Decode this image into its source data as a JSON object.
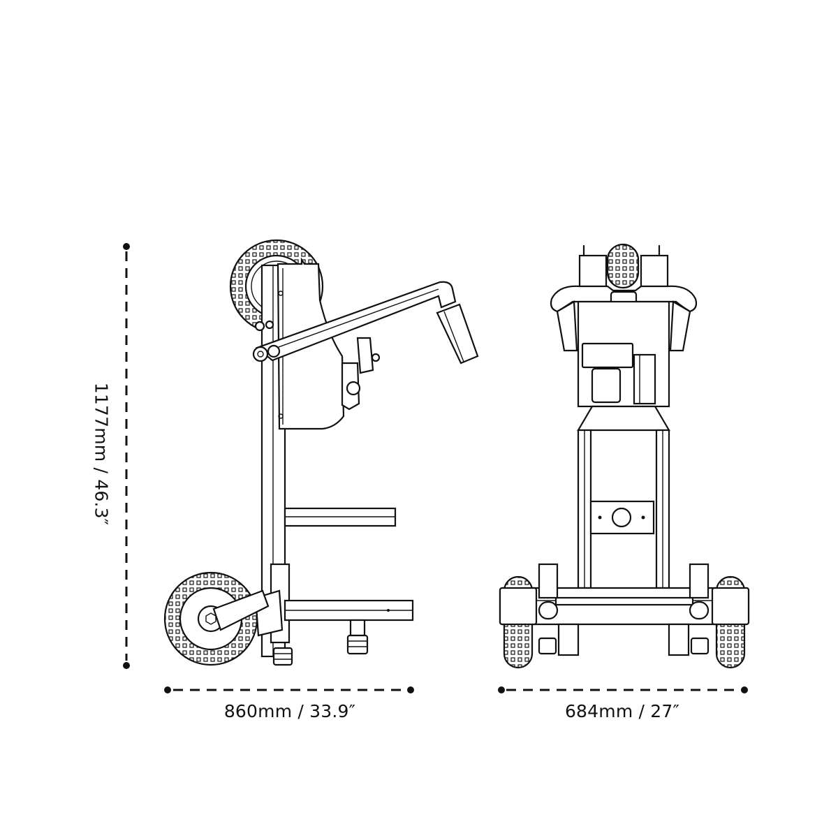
{
  "dimensions": {
    "height_label": "1177mm / 46.3″",
    "width_label": "860mm / 33.9″",
    "depth_label": "684mm / 27″"
  },
  "colors": {
    "line": "#111111",
    "background": "#ffffff"
  }
}
